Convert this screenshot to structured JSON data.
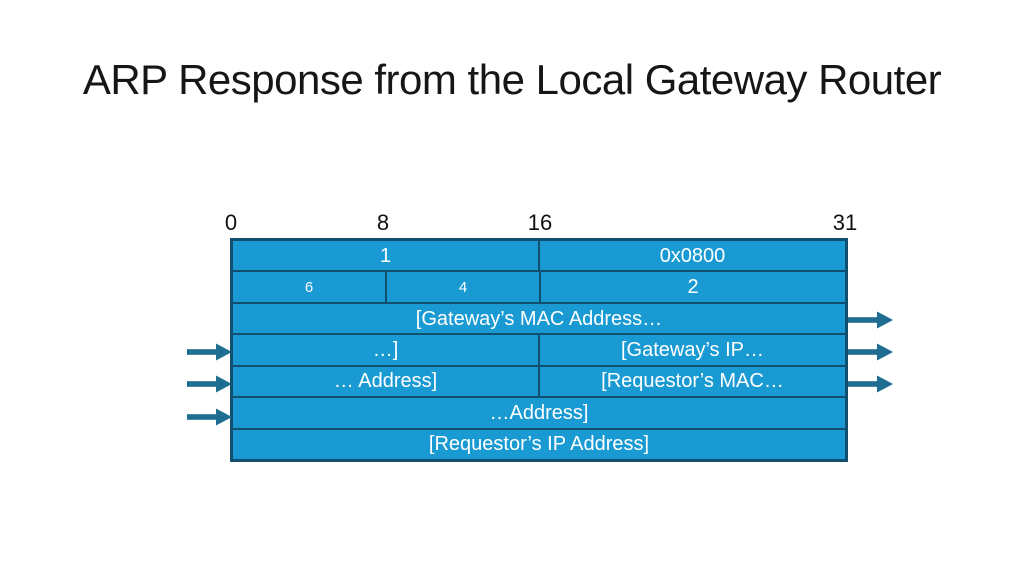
{
  "slide": {
    "title": "ARP Response from the Local Gateway Router"
  },
  "diagram": {
    "bit_labels": [
      "0",
      "8",
      "16",
      "31"
    ],
    "table": {
      "rows": [
        {
          "cells": [
            {
              "text": "1"
            },
            {
              "text": "0x0800"
            }
          ]
        },
        {
          "cells": [
            {
              "text": "6"
            },
            {
              "text": "4"
            },
            {
              "text": "2"
            }
          ]
        },
        {
          "cells": [
            {
              "text": "[Gateway’s MAC Address…"
            }
          ]
        },
        {
          "cells": [
            {
              "text": "…]"
            },
            {
              "text": "[Gateway’s IP…"
            }
          ]
        },
        {
          "cells": [
            {
              "text": "… Address]"
            },
            {
              "text": "[Requestor’s MAC…"
            }
          ]
        },
        {
          "cells": [
            {
              "text": "…Address]"
            }
          ]
        },
        {
          "cells": [
            {
              "text": "[Requestor’s IP Address]"
            }
          ]
        }
      ]
    },
    "arrows": {
      "left_count": 3,
      "right_count": 3,
      "direction": "right"
    },
    "colors": {
      "cell_fill": "#1a9ad3",
      "cell_border": "#114f6e",
      "cell_text": "#ffffff",
      "arrow": "#1f6d91",
      "title_text": "#161616",
      "label_text": "#111111"
    }
  }
}
